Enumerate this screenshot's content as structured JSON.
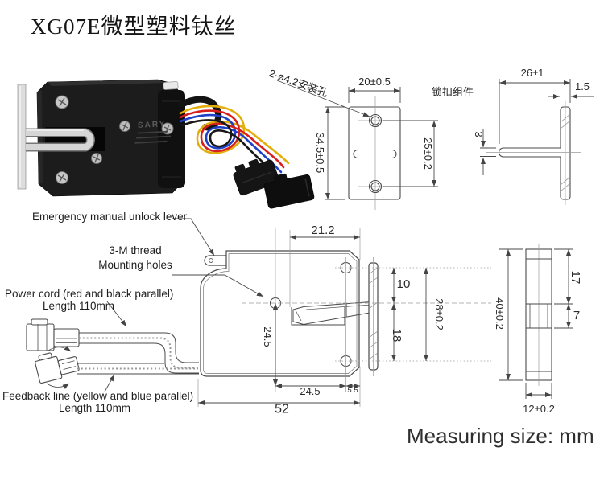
{
  "title": "XG07E微型塑料钛丝",
  "footer": {
    "measuring": "Measuring size: mm"
  },
  "photo": {
    "brand": "SARY"
  },
  "labels": {
    "emergency": "Emergency manual unlock lever",
    "thread_line1": "3-M thread",
    "thread_line2": "Mounting holes",
    "power_line1": "Power cord (red and black parallel)",
    "power_line2": "Length 110mm",
    "feedback_line1": "Feedback line (yellow and blue parallel)",
    "feedback_line2": "Length 110mm",
    "lock_assembly": "锁扣组件",
    "mounting_holes_note": "2-ø4.2安装孔"
  },
  "dimensions": {
    "plate_front": {
      "width": "20±0.5",
      "height": "34.5±0.5",
      "hole_spacing": "25±0.2"
    },
    "latch_side": {
      "length": "26±1",
      "plate_thickness": "1.5",
      "tongue_thickness": "3"
    },
    "body": {
      "top_width": "21.2",
      "hole_to_center": "10",
      "hole_span": "28±0.2",
      "center_to_hole": "18",
      "center_height": "24.5",
      "bottom_center": "24.5",
      "bottom_edge": "5.5",
      "total_width": "52"
    },
    "plate_profile": {
      "height": "40±0.2",
      "top_section": "17",
      "middle_section": "7",
      "width": "12±0.2"
    }
  }
}
